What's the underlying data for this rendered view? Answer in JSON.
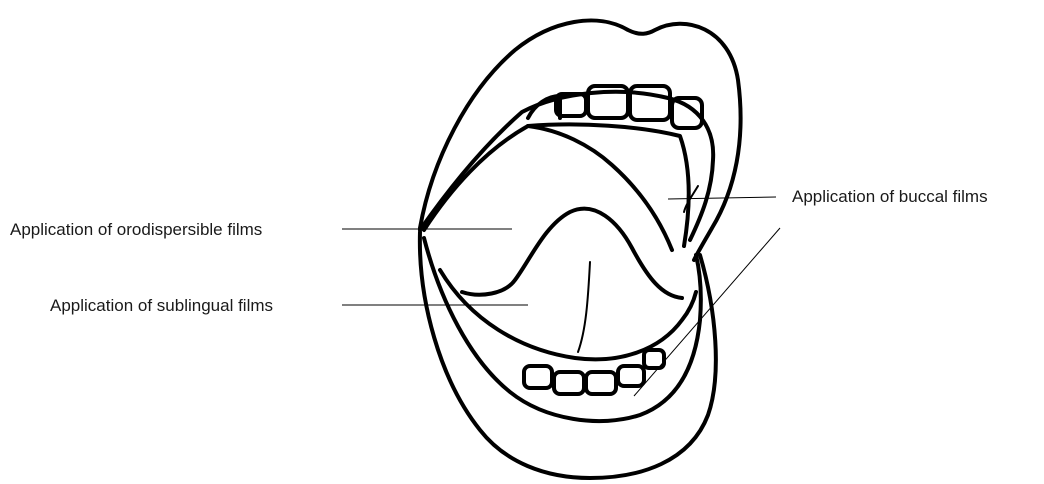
{
  "labels": {
    "orodispersible": "Application of orodispersible films",
    "sublingual": "Application of sublingual films",
    "buccal": "Application of buccal films"
  },
  "colors": {
    "ink": "#000000",
    "text": "#1a1a1a",
    "background": "#ffffff"
  }
}
